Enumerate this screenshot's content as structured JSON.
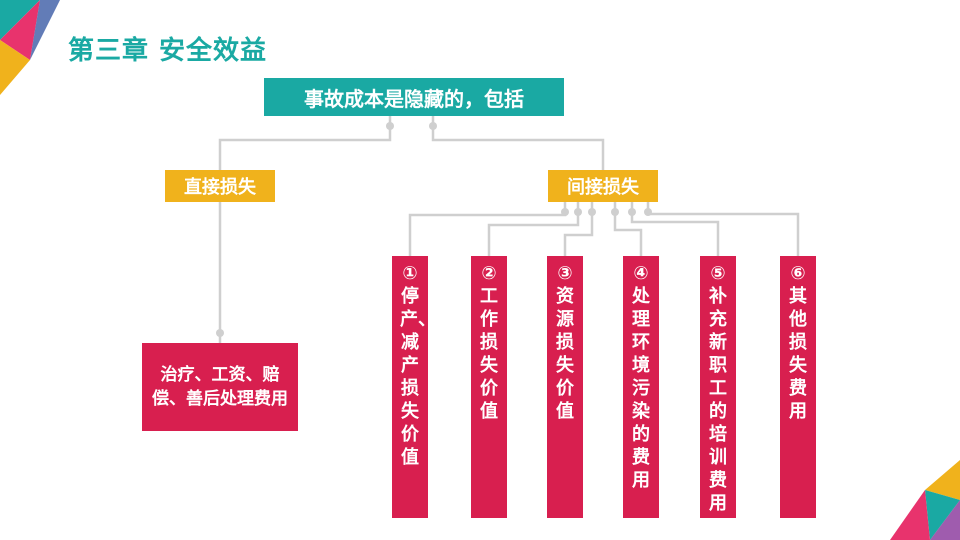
{
  "title": "第三章   安全效益",
  "root": "事故成本是隐藏的，包括",
  "direct": {
    "label": "直接损失",
    "detail": "治疗、工资、赔偿、善后处理费用"
  },
  "indirect": {
    "label": "间接损失",
    "items": [
      "①停产、减产损失价值",
      "②工作损失价值",
      "③资源损失价值",
      "④处理环境污染的费用",
      "⑤补充新职工的培训费用",
      "⑥其他损失费用"
    ]
  },
  "colors": {
    "teal": "#1aa9a3",
    "gold": "#f0b21c",
    "crimson": "#d81f4f",
    "connector": "#cfcfcf"
  }
}
